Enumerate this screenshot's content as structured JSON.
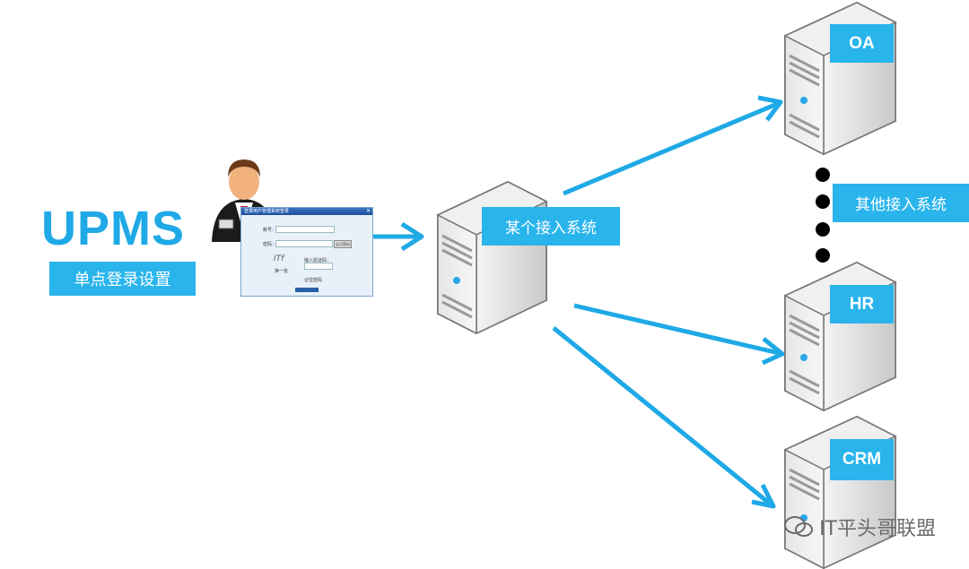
{
  "upms_title": "UPMS",
  "sso_label": "单点登录设置",
  "center_system_label": "某个接入系统",
  "other_systems_label": "其他接入系统",
  "servers": {
    "oa": "OA",
    "hr": "HR",
    "crm": "CRM"
  },
  "login_dialog": {
    "title": "登录用户管理系统登录",
    "close": "✕",
    "account_label": "账号：",
    "password_label": "密码：",
    "forgot_button": "忘记密码",
    "captcha_text": "ITf",
    "captcha_prompt": "输入验证码：",
    "refresh_text": "换一张",
    "remember_label": "记住密码"
  },
  "watermark": "IT平头哥联盟",
  "colors": {
    "accent": "#29b4ec",
    "arrow": "#1fa9e6",
    "title": "#1fa9e6"
  }
}
